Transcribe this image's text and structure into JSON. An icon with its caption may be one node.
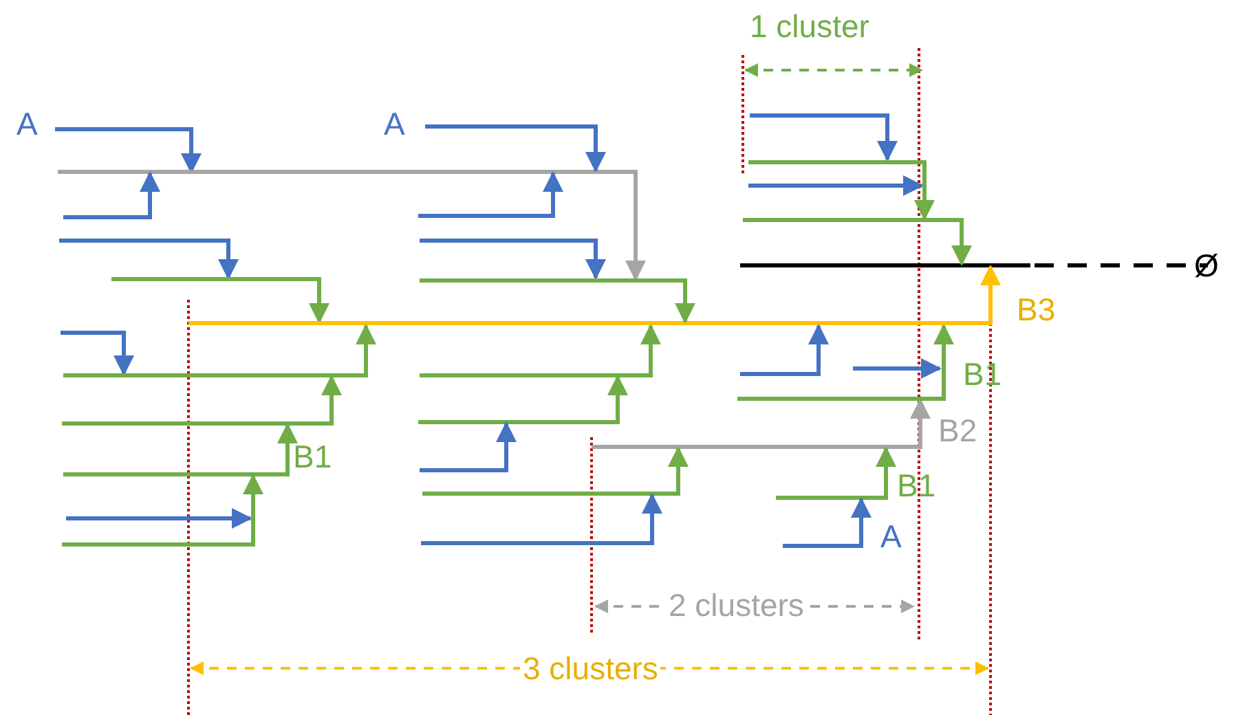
{
  "diagram": {
    "labels": [
      "1 cluster",
      "A",
      "A",
      "Ø",
      "B3",
      "B1",
      "B1",
      "B2",
      "B1",
      "A",
      "2 clusters",
      "3 clusters"
    ]
  }
}
